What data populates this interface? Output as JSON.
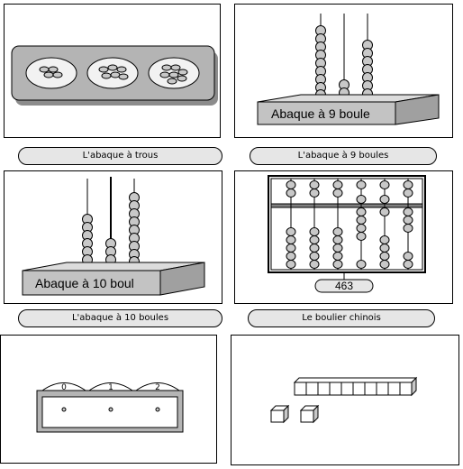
{
  "captions": {
    "abaque_trous": "L'abaque à trous",
    "abaque_9": "L'abaque à 9 boules",
    "abaque_10": "L'abaque à 10 boules",
    "boulier": "Le boulier chinois"
  },
  "boxes": {
    "abaque_9_label": "Abaque à 9 boule",
    "abaque_10_label": "Abaque à 10 boul"
  },
  "boulier_readout": "463",
  "place_values": [
    "0",
    "1",
    "2"
  ]
}
